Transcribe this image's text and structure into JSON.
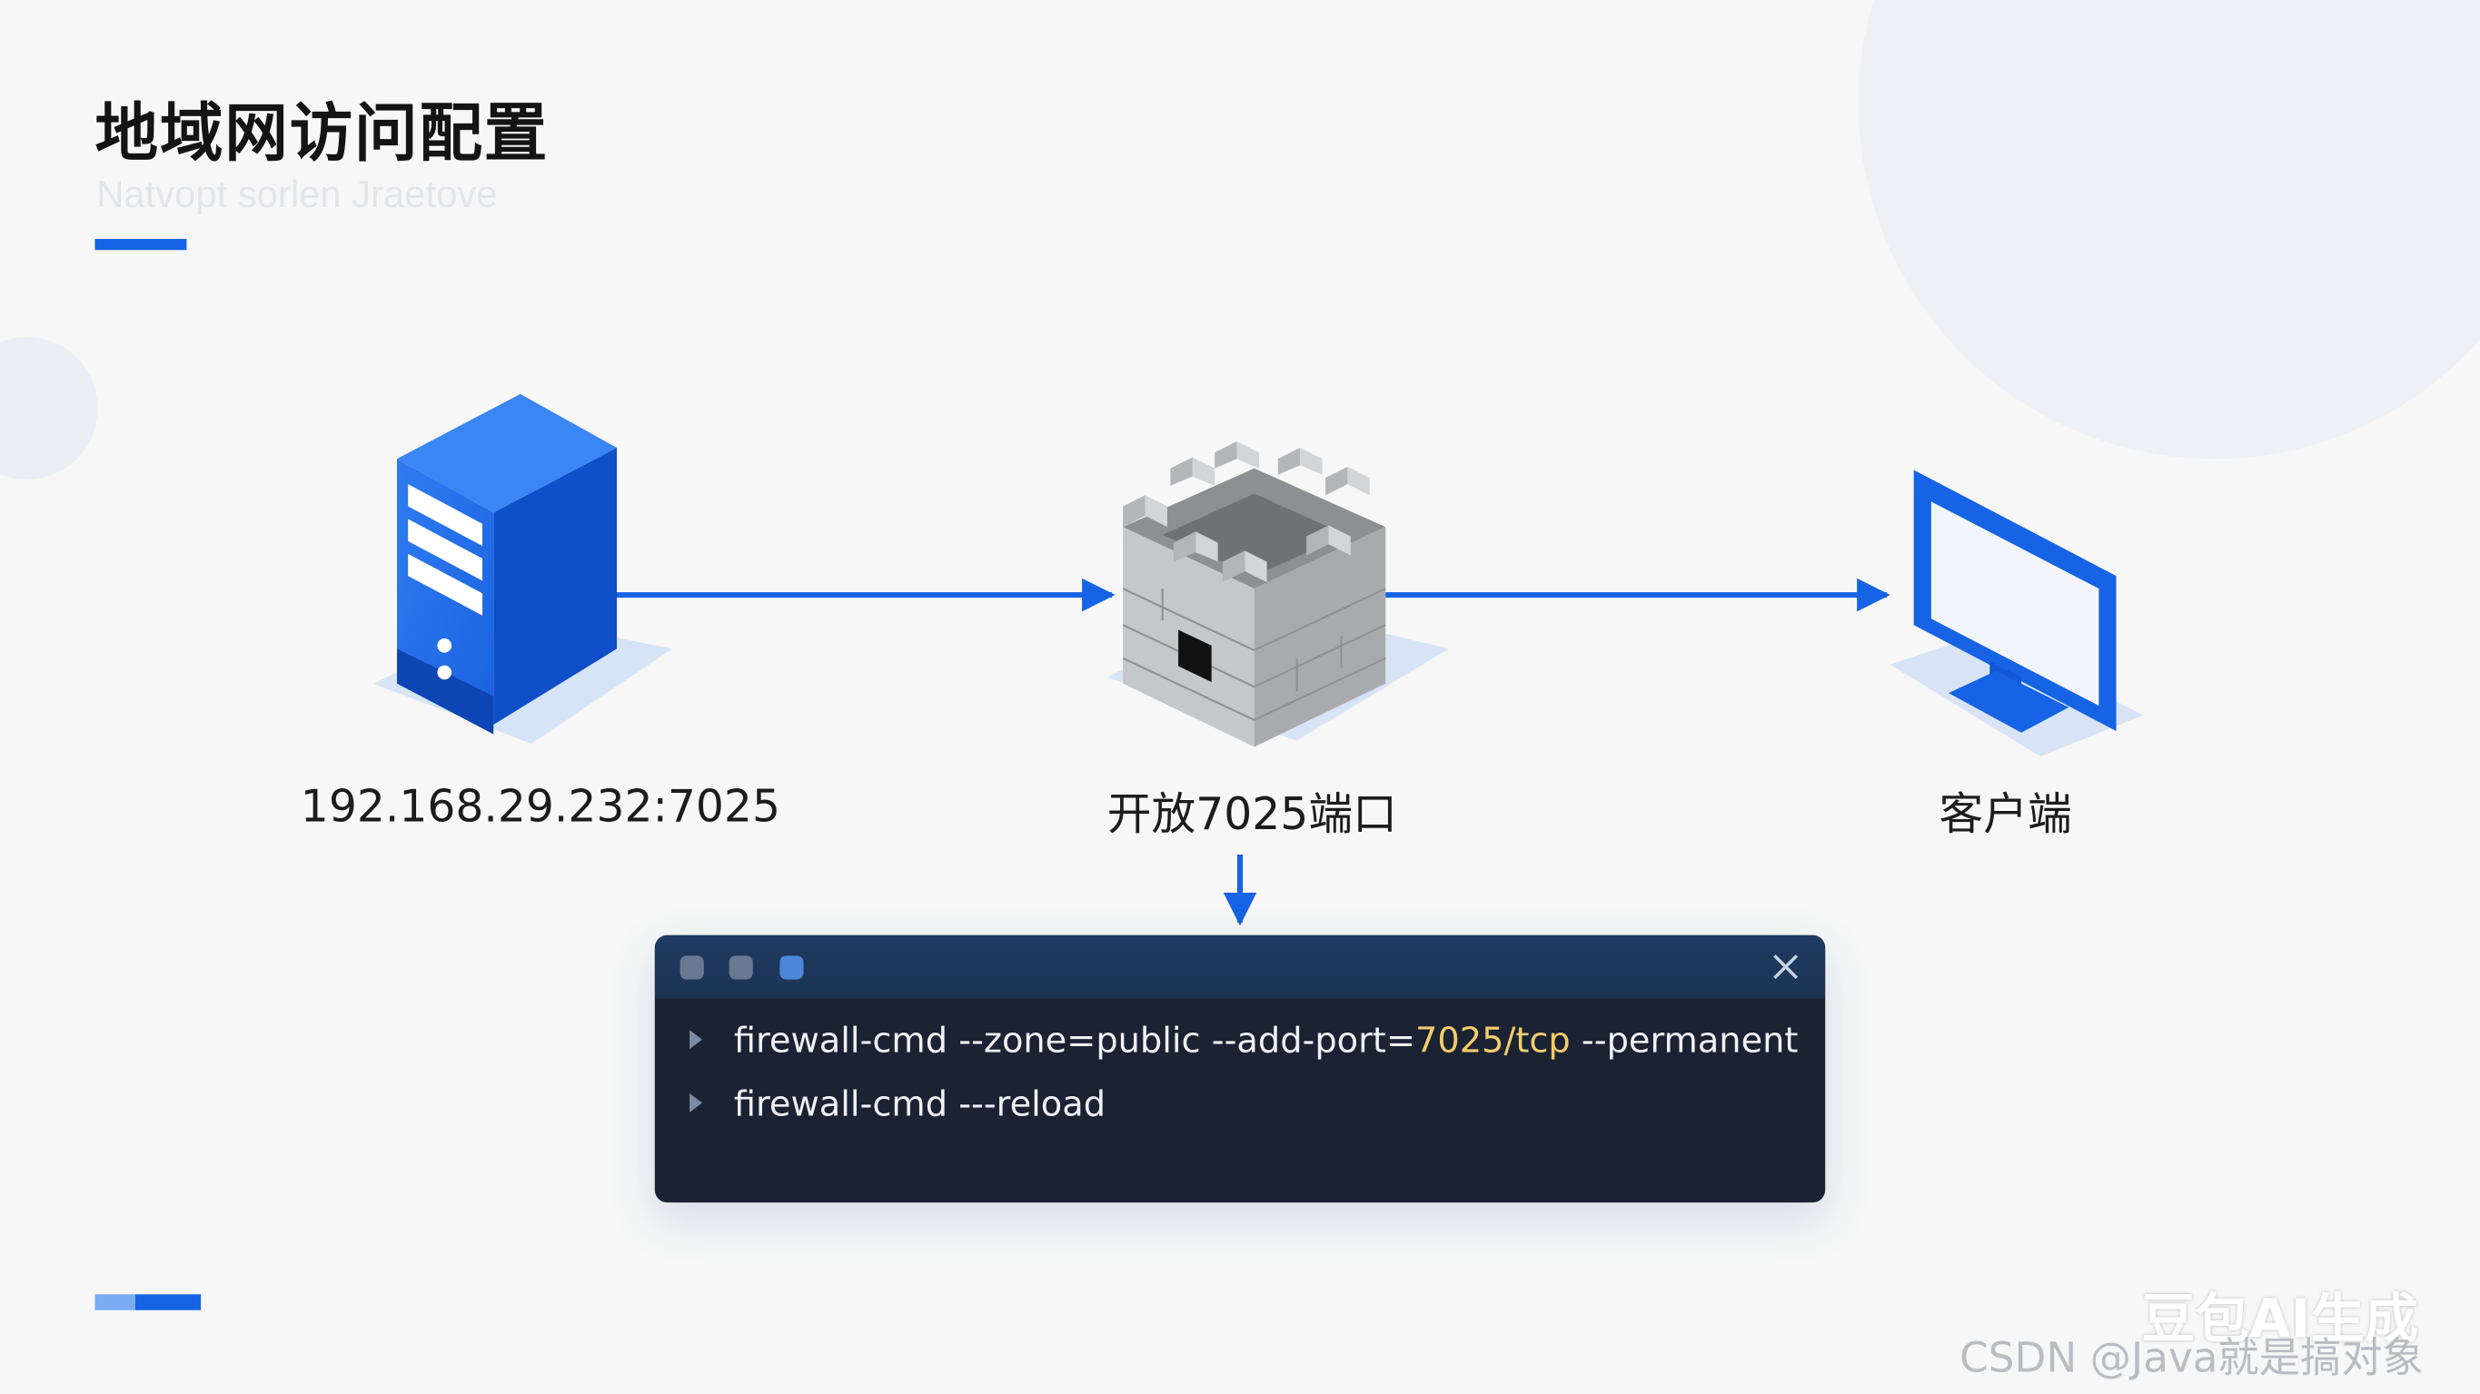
{
  "header": {
    "title": "地域网访问配置",
    "subtitle": "Natvopt sorlen Jraetove"
  },
  "nodes": {
    "server": {
      "label": "192.168.29.232:7025",
      "icon": "server-icon"
    },
    "firewall": {
      "label": "开放7025端口",
      "icon": "firewall-castle-icon"
    },
    "client": {
      "label": "客户端",
      "icon": "monitor-icon"
    }
  },
  "terminal": {
    "dot_colors": [
      "#6a7893",
      "#6a7893",
      "#4e86d9"
    ],
    "line1": {
      "prefix": "firewall-cmd --zone=public --add-port=",
      "highlight": "7025/tcp",
      "suffix": " --permanent"
    },
    "line2": "firewall-cmd ---reload"
  },
  "watermark": {
    "ai_text": "豆包AI生成",
    "csdn_text": "CSDN @Java就是搞对象"
  },
  "colors": {
    "accent": "#1663e5",
    "highlight": "#f3cc6b",
    "terminal_bg": "#1b2333"
  }
}
